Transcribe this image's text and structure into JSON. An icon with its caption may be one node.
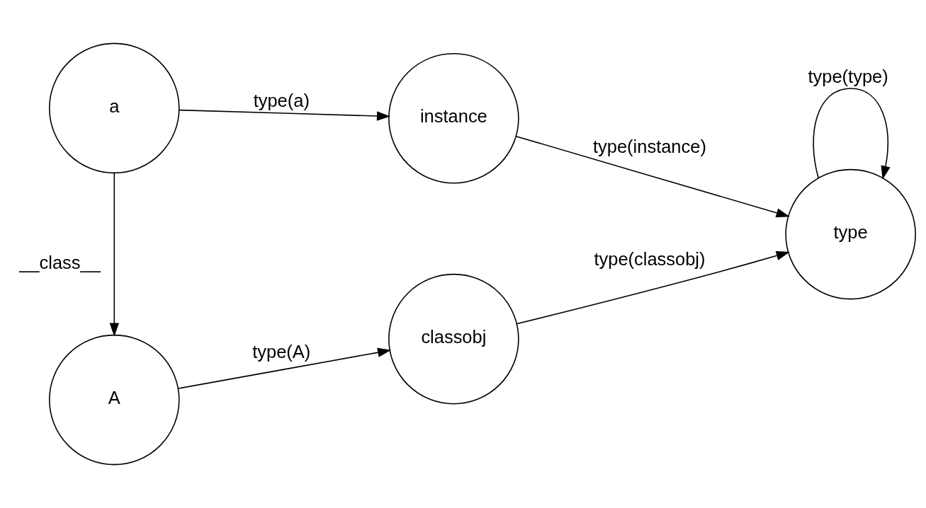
{
  "diagram": {
    "nodes": [
      {
        "text": [
          "A"
        ]
      },
      {
        "text": [
          "classobj"
        ]
      },
      {
        "text": [
          "type"
        ]
      },
      {
        "text": [
          "a"
        ]
      },
      {
        "text": [
          "instance"
        ]
      }
    ],
    "edges": [
      {
        "from": 0,
        "to": 1,
        "arrow": "to",
        "label": "type(A)"
      },
      {
        "from": 1,
        "to": 2,
        "arrow": "to",
        "label": "type(classobj)"
      },
      {
        "from": 3,
        "to": 0,
        "arrow": "to",
        "label": "__class__"
      },
      {
        "from": 3,
        "to": 4,
        "arrow": "to",
        "label": "type(a)"
      },
      {
        "from": 4,
        "to": 2,
        "arrow": "to",
        "label": "type(instance)"
      },
      {
        "from": 2,
        "to": 2,
        "arrow": "to",
        "label": "type(type)"
      }
    ]
  }
}
